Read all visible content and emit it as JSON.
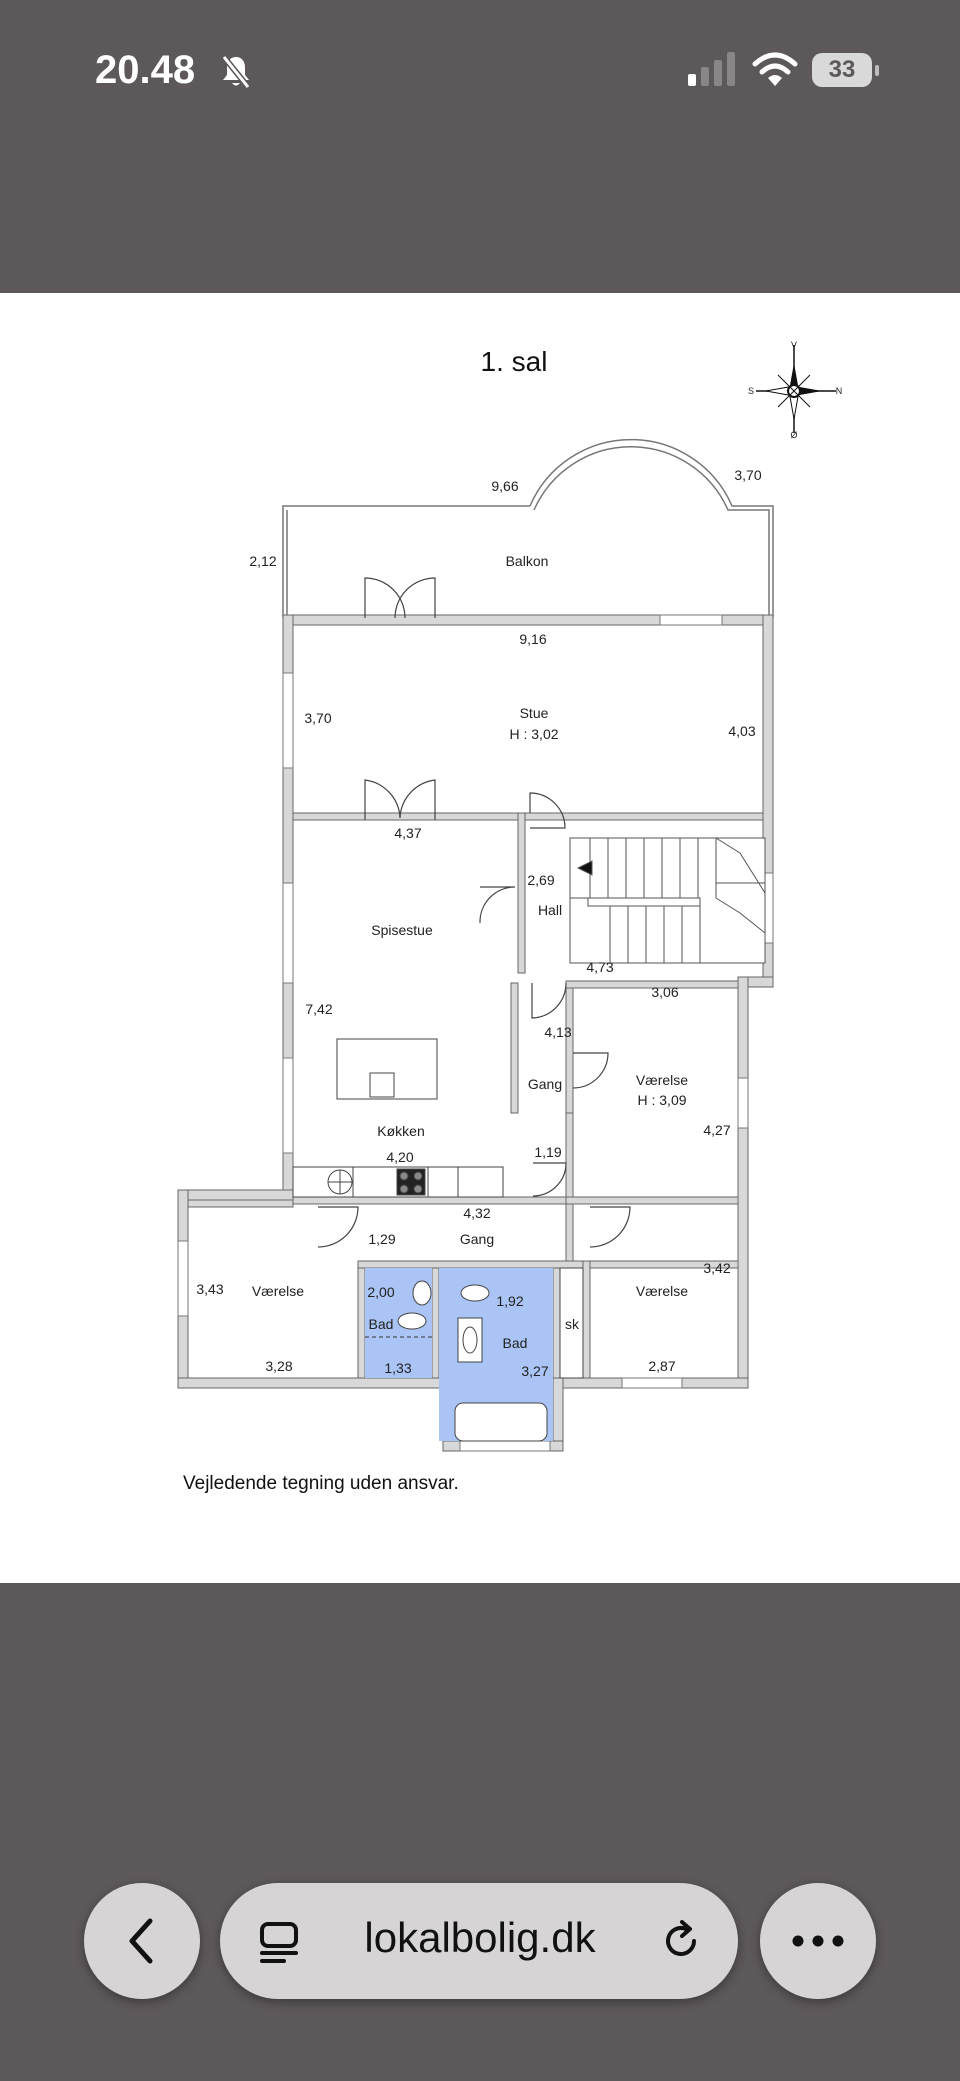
{
  "status_bar": {
    "time": "20.48",
    "battery": "33",
    "icons": [
      "bell-slash-icon",
      "signal-icon",
      "wifi-icon",
      "battery-icon"
    ]
  },
  "floorplan": {
    "title": "1. sal",
    "compass": {
      "north": "N",
      "south": "S",
      "east": "Ø",
      "west": "V"
    },
    "rooms": {
      "balkon": "Balkon",
      "stue": "Stue",
      "stue_height": "H : 3,02",
      "spisestue": "Spisestue",
      "hall": "Hall",
      "koekken": "Køkken",
      "gang1": "Gang",
      "gang2": "Gang",
      "vaerelse1": "Værelse",
      "vaerelse1_height": "H : 3,09",
      "vaerelse2": "Værelse",
      "vaerelse3": "Værelse",
      "bad1": "Bad",
      "bad2": "Bad",
      "sk": "sk"
    },
    "dimensions": {
      "d966": "9,66",
      "d370a": "3,70",
      "d212": "2,12",
      "d916": "9,16",
      "d370b": "3,70",
      "d403": "4,03",
      "d437": "4,37",
      "d269": "2,69",
      "d473": "4,73",
      "d306": "3,06",
      "d742": "7,42",
      "d413": "4,13",
      "d427": "4,27",
      "d420": "4,20",
      "d119": "1,19",
      "d432": "4,32",
      "d129": "1,29",
      "d342": "3,42",
      "d343": "3,43",
      "d200": "2,00",
      "d192": "1,92",
      "d328": "3,28",
      "d133": "1,33",
      "d327": "3,27",
      "d287": "2,87"
    },
    "disclaimer": "Vejledende tegning uden ansvar.",
    "colors": {
      "bathroom": "#a9c4f5",
      "wall": "#d8d8d8",
      "wall_outline": "#666666"
    }
  },
  "browser": {
    "url": "lokalbolig.dk",
    "icons": [
      "back-chevron-icon",
      "reader-mode-icon",
      "reload-icon",
      "more-dots-icon"
    ]
  }
}
